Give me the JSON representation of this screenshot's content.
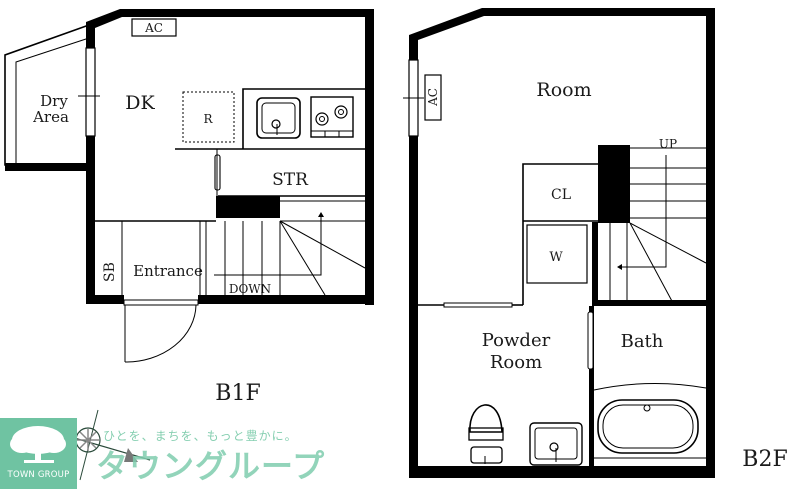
{
  "floors": {
    "b1f": {
      "label": "B1F",
      "rooms": {
        "dry_area_line1": "Dry",
        "dry_area_line2": "Area",
        "dk": "DK",
        "refrigerator": "R",
        "storage": "STR",
        "shoe_box": "SB",
        "entrance": "Entrance",
        "stairs_direction": "DOWN",
        "air_conditioner": "AC"
      }
    },
    "b2f": {
      "label": "B2F",
      "rooms": {
        "room": "Room",
        "air_conditioner": "AC",
        "closet": "CL",
        "washer": "W",
        "stairs_direction": "UP",
        "powder_room_line1": "Powder",
        "powder_room_line2": "Room",
        "bath": "Bath"
      }
    }
  },
  "branding": {
    "company_caption": "TOWN GROUP",
    "tagline": "ひとを、まちを、もっと豊かに。",
    "company_name_jp": "タウングループ",
    "brand_color": "#6fc3a2"
  }
}
